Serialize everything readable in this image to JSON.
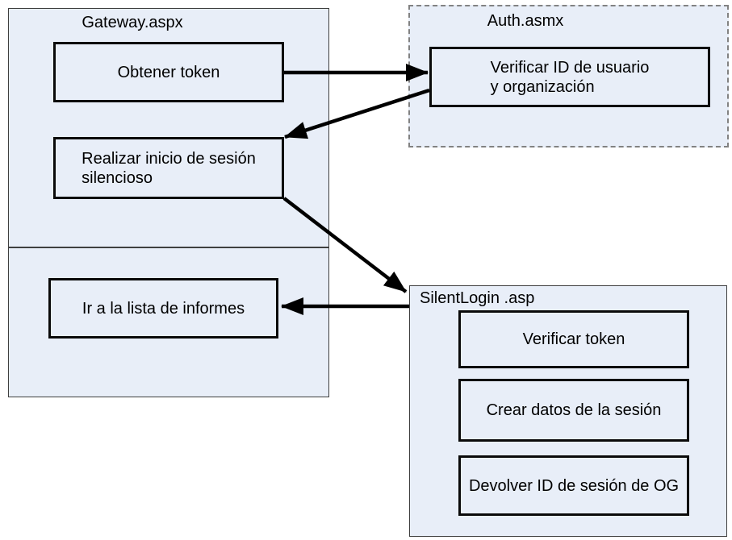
{
  "diagram": {
    "type": "flowchart",
    "gateway": {
      "title": "Gateway.aspx",
      "nodes": {
        "obtener": {
          "label": "Obtener token"
        },
        "realizar": {
          "label": "Realizar inicio de sesión\nsilencioso"
        }
      }
    },
    "gateway_lower": {
      "nodes": {
        "ir": {
          "label": "Ir a la lista de informes"
        }
      }
    },
    "auth": {
      "title": "Auth.asmx",
      "nodes": {
        "verificar_id": {
          "label": "Verificar ID de usuario\ny organización"
        }
      }
    },
    "silentlogin": {
      "title": "SilentLogin .asp",
      "nodes": {
        "verificar_token": {
          "label": "Verificar token"
        },
        "crear_datos": {
          "label": "Crear datos de la sesión"
        },
        "devolver": {
          "label": "Devolver ID de sesión de OG"
        }
      }
    },
    "arrows": [
      {
        "name": "obtener-to-verificar-id",
        "from": "Obtener token",
        "to": "Verificar ID de usuario y organización"
      },
      {
        "name": "verificar-id-to-realizar",
        "from": "Verificar ID de usuario y organización",
        "to": "Realizar inicio de sesión silencioso"
      },
      {
        "name": "realizar-to-silentlogin",
        "from": "Realizar inicio de sesión silencioso",
        "to": "SilentLogin .asp"
      },
      {
        "name": "silentlogin-to-ir",
        "from": "SilentLogin .asp",
        "to": "Ir a la lista de informes"
      }
    ],
    "colors": {
      "background": "#ffffff",
      "container_fill": "#e8eef8",
      "container_border": "#3f3f3f",
      "auth_border": "#828282",
      "node_border": "#0a0a0a",
      "arrow": "#000000",
      "text": "#000000"
    }
  }
}
